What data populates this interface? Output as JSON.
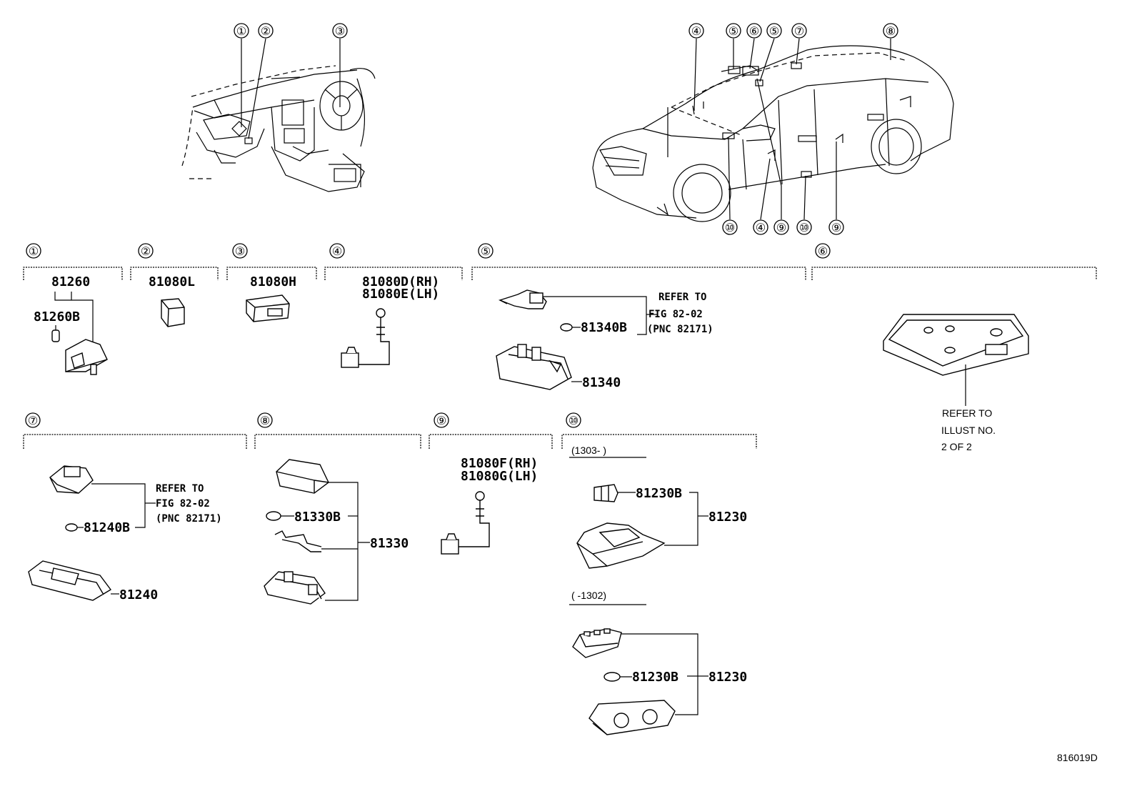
{
  "callouts": {
    "interior": [
      "①",
      "②",
      "③"
    ],
    "car_top": [
      "④",
      "⑤",
      "⑥",
      "⑤",
      "⑦",
      "⑧"
    ],
    "car_bottom": [
      "⑩",
      "④",
      "⑨",
      "⑩",
      "⑨"
    ]
  },
  "groups": [
    {
      "num": "①",
      "parts": [
        "81260",
        "81260B"
      ]
    },
    {
      "num": "②",
      "parts": [
        "81080L"
      ]
    },
    {
      "num": "③",
      "parts": [
        "81080H"
      ]
    },
    {
      "num": "④",
      "parts": [
        "81080D(RH)",
        "81080E(LH)"
      ]
    },
    {
      "num": "⑤",
      "parts": [
        "81340B",
        "81340"
      ],
      "refer": [
        "REFER TO",
        "FIG 82-02",
        "(PNC 82171)"
      ]
    },
    {
      "num": "⑥",
      "refer": [
        "REFER TO",
        "ILLUST NO.",
        "2 OF 2"
      ]
    },
    {
      "num": "⑦",
      "parts": [
        "81240B",
        "81240"
      ],
      "refer": [
        "REFER TO",
        "FIG 82-02",
        "(PNC 82171)"
      ]
    },
    {
      "num": "⑧",
      "parts": [
        "81330B",
        "81330"
      ]
    },
    {
      "num": "⑨",
      "parts": [
        "81080F(RH)",
        "81080G(LH)"
      ]
    },
    {
      "num": "⑩",
      "variants": [
        {
          "range": "(1303-      )",
          "parts": [
            "81230B",
            "81230"
          ]
        },
        {
          "range": "(      -1302)",
          "parts": [
            "81230B",
            "81230"
          ]
        }
      ]
    }
  ],
  "figure_code": "816019D"
}
